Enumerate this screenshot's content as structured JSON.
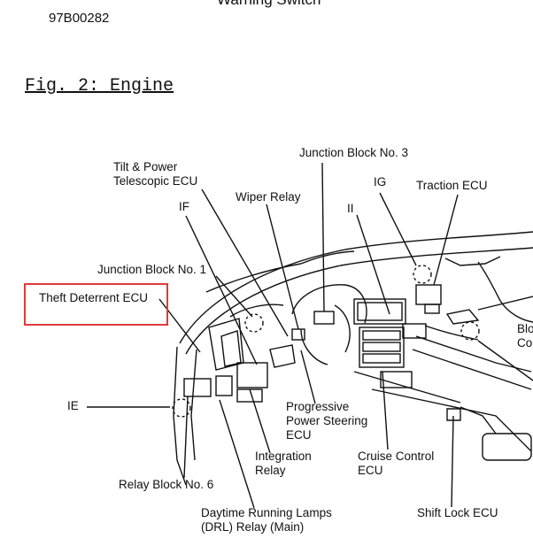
{
  "header": {
    "code": "97B00282",
    "top_partial": "Warning Switch"
  },
  "figure": {
    "title": "Fig. 2: Engine"
  },
  "labels": {
    "tilt_line1": "Tilt & Power",
    "tilt_line2": "Telescopic ECU",
    "wiper_relay": "Wiper Relay",
    "junction_block_3": "Junction Block No. 3",
    "ig": "IG",
    "traction_ecu": "Traction ECU",
    "if": "IF",
    "ii": "II",
    "junction_block_1": "Junction Block No. 1",
    "theft_deterrent_ecu": "Theft Deterrent ECU",
    "ie": "IE",
    "progressive_line1": "Progressive",
    "progressive_line2": "Power Steering",
    "progressive_line3": "ECU",
    "integration_line1": "Integration",
    "integration_line2": "Relay",
    "cruise_line1": "Cruise Control",
    "cruise_line2": "ECU",
    "relay_block_6": "Relay Block No. 6",
    "drl_line1": "Daytime Running Lamps",
    "drl_line2": "(DRL) Relay (Main)",
    "shift_lock_ecu": "Shift Lock ECU",
    "right_cut_1": "Blo",
    "right_cut_2": "Co"
  },
  "colors": {
    "highlight": "#e03a3a",
    "ink": "#111111"
  }
}
